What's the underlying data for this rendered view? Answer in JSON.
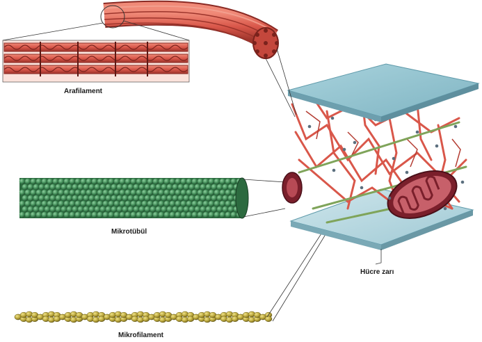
{
  "labels": {
    "arafilament": "Arafilament",
    "mikrotubul": "Mikrotübül",
    "mikrofilament": "Mikrofilament",
    "hucre_zari": "Hücre zarı"
  },
  "colors": {
    "filament_red": "#d9574a",
    "filament_dark": "#8a2a24",
    "tubulin_green": "#3f8a55",
    "actin_gold": "#b9a53a",
    "membrane_blue": "#8fc3cf",
    "mitochondrion": "#7a1f2b"
  }
}
